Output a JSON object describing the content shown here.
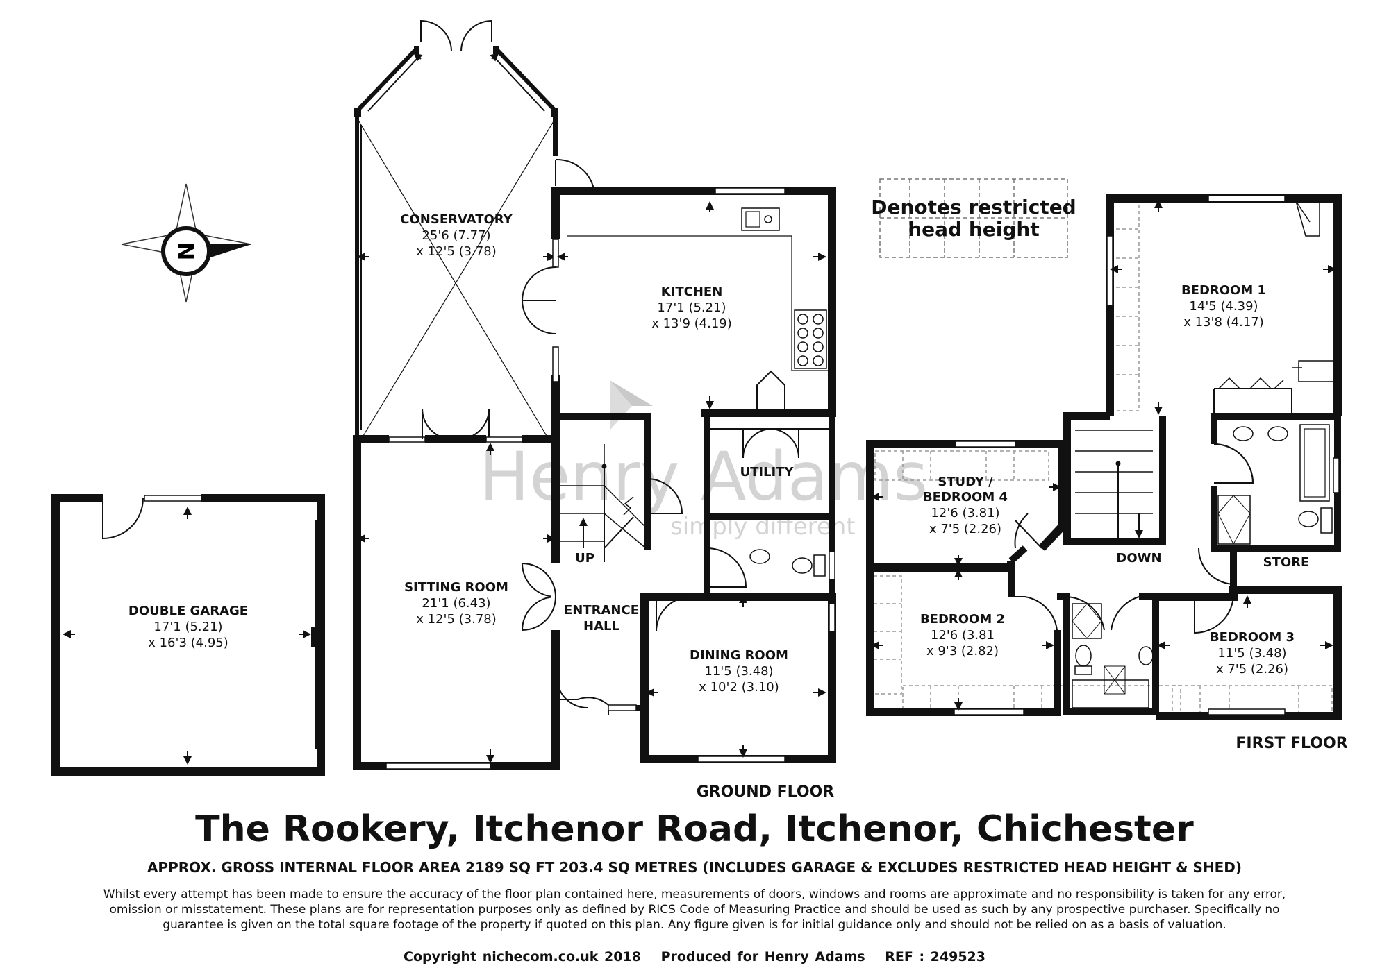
{
  "property": {
    "title": "The Rookery, Itchenor Road, Itchenor, Chichester",
    "area": "APPROX. GROSS INTERNAL FLOOR AREA 2189 SQ FT 203.4 SQ METRES (INCLUDES GARAGE & EXCLUDES RESTRICTED HEAD HEIGHT & SHED)"
  },
  "disclaimer": [
    "Whilst every attempt has been made to ensure the accuracy of the floor plan contained here, measurements of doors, windows and rooms are approximate and no responsibility is taken for any error,",
    "omission or misstatement. These plans are for representation purposes only as defined by RICS Code of Measuring Practice and should be used as such by any prospective purchaser.  Specifically no",
    "guarantee is given on the total square footage of the property if quoted on this plan. Any figure given is for initial guidance only and should not be relied on as a basis of valuation."
  ],
  "copyright": {
    "copy": "Copyright nichecom.co.uk 2018",
    "produced": "Produced for Henry Adams",
    "ref": "REF : 249523"
  },
  "legend": {
    "line1": "Denotes restricted",
    "line2": "head height"
  },
  "compass": {
    "letter": "N"
  },
  "watermark": {
    "brand": "Henry Adams",
    "tagline": "simply different"
  },
  "floors": {
    "ground": "GROUND FLOOR",
    "first": "FIRST FLOOR"
  },
  "stairs": {
    "up": "UP",
    "down": "DOWN"
  },
  "rooms": {
    "conservatory": {
      "name": "CONSERVATORY",
      "dim1": "25'6 (7.77)",
      "dim2": "x 12'5 (3.78)"
    },
    "kitchen": {
      "name": "KITCHEN",
      "dim1": "17'1 (5.21)",
      "dim2": "x 13'9 (4.19)"
    },
    "utility": {
      "name": "UTILITY"
    },
    "sitting": {
      "name": "SITTING ROOM",
      "dim1": "21'1 (6.43)",
      "dim2": "x 12'5 (3.78)"
    },
    "hall": {
      "name1": "ENTRANCE",
      "name2": "HALL"
    },
    "dining": {
      "name": "DINING ROOM",
      "dim1": "11'5 (3.48)",
      "dim2": "x 10'2 (3.10)"
    },
    "garage": {
      "name": "DOUBLE GARAGE",
      "dim1": "17'1 (5.21)",
      "dim2": "x 16'3 (4.95)"
    },
    "bedroom1": {
      "name": "BEDROOM 1",
      "dim1": "14'5 (4.39)",
      "dim2": "x 13'8 (4.17)"
    },
    "study": {
      "name1": "STUDY /",
      "name2": "BEDROOM 4",
      "dim1": "12'6 (3.81)",
      "dim2": "x 7'5 (2.26)"
    },
    "bedroom2": {
      "name": "BEDROOM 2",
      "dim1": "12'6 (3.81",
      "dim2": "x 9'3 (2.82)"
    },
    "bedroom3": {
      "name": "BEDROOM 3",
      "dim1": "11'5 (3.48)",
      "dim2": "x 7'5 (2.26)"
    },
    "store": {
      "name": "STORE"
    }
  }
}
